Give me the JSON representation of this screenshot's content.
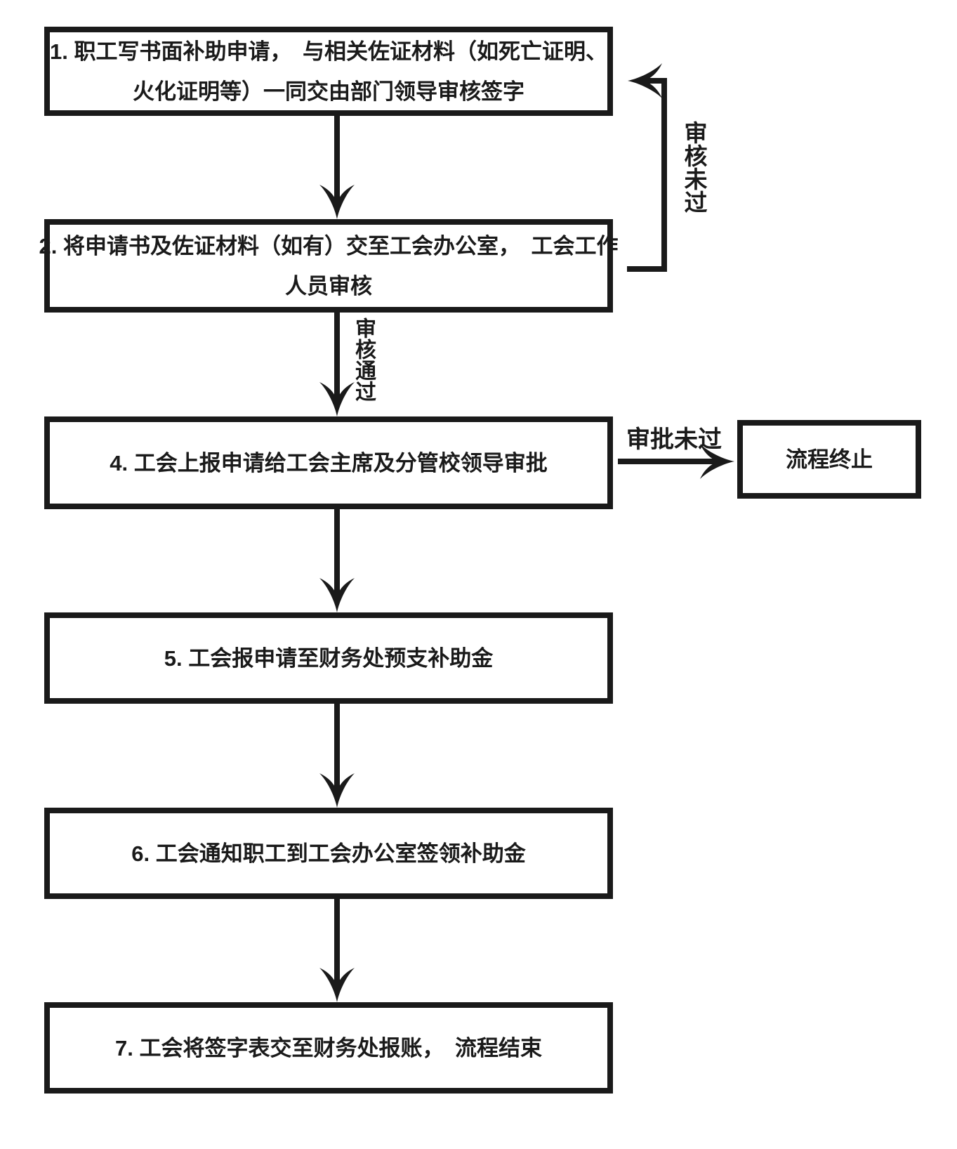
{
  "diagram": {
    "type": "flowchart",
    "colors": {
      "line": "#1a1a1a",
      "box_fill": "#ffffff",
      "background": "#ffffff"
    },
    "nodes": {
      "step1": {
        "lines": [
          "1. 职工写书面补助申请，　与相关佐证材料（如死亡证明、",
          "火化证明等）一同交由部门领导审核签字"
        ]
      },
      "step2": {
        "lines": [
          "2. 将申请书及佐证材料（如有）交至工会办公室，　工会工作",
          "人员审核"
        ]
      },
      "step4": {
        "lines": [
          "4. 工会上报申请给工会主席及分管校领导审批"
        ]
      },
      "terminate": {
        "lines": [
          "流程终止"
        ]
      },
      "step5": {
        "lines": [
          "5. 工会报申请至财务处预支补助金"
        ]
      },
      "step6": {
        "lines": [
          "6. 工会通知职工到工会办公室签领补助金"
        ]
      },
      "step7": {
        "lines": [
          "7. 工会将签字表交至财务处报账，　流程结束"
        ]
      }
    },
    "edge_labels": {
      "review_failed": "审核未过",
      "review_passed": "审核通过",
      "approval_failed": "审批未过"
    }
  }
}
